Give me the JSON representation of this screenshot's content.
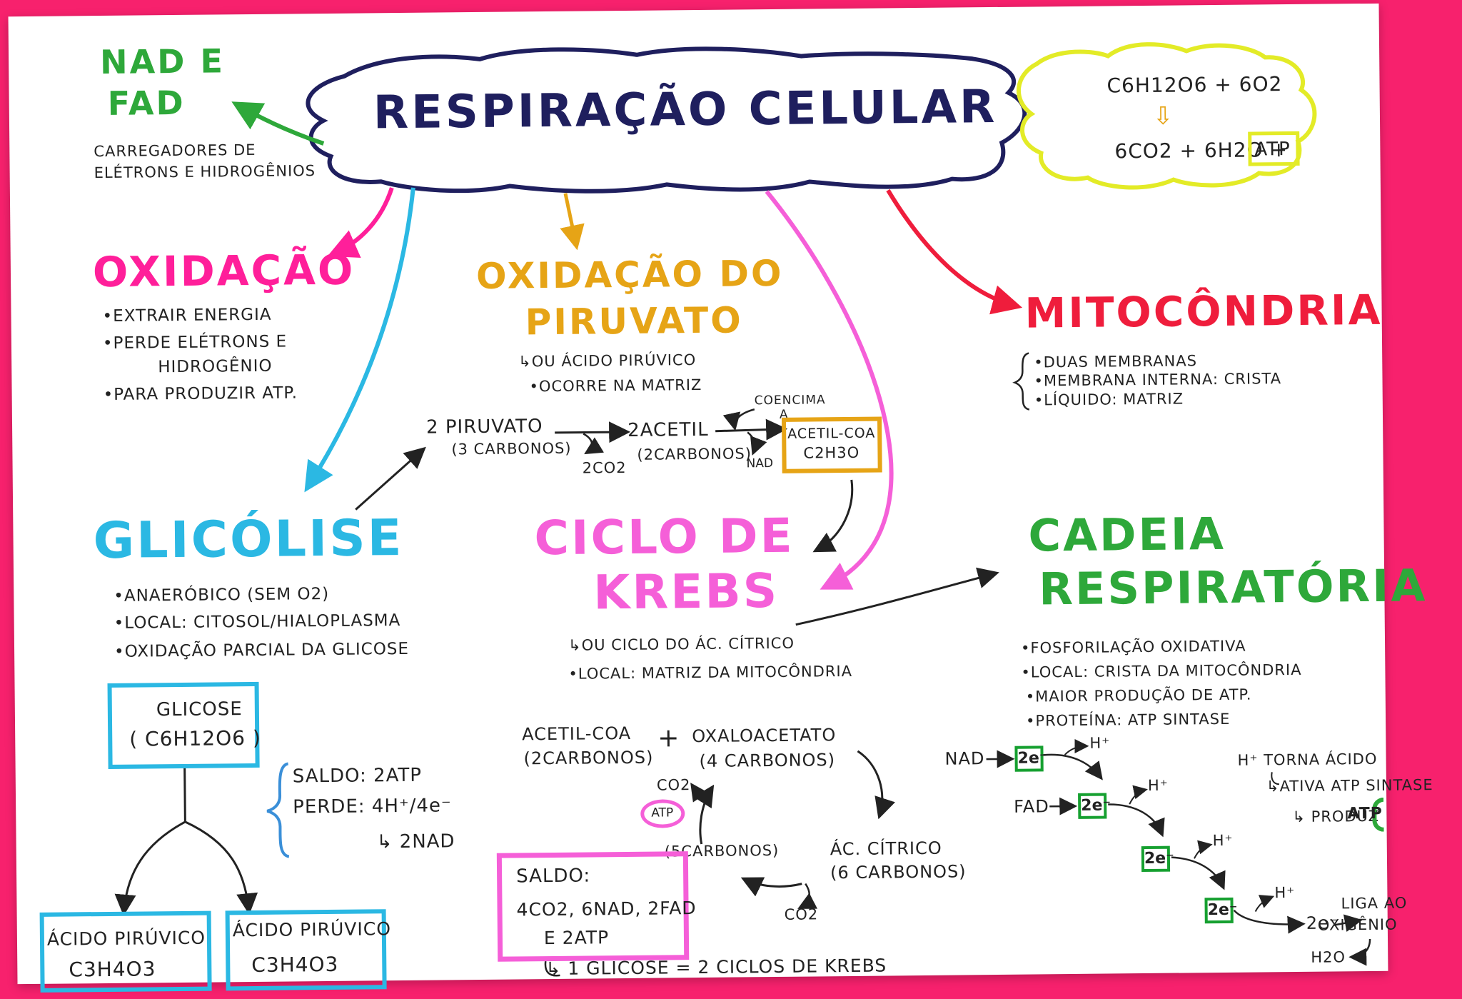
{
  "title": "RESPIRAÇÃO   CELULAR",
  "nad_fad": {
    "line1": "NAD E",
    "line2": "FAD",
    "desc1": "CARREGADORES DE",
    "desc2": "ELÉTRONS E HIDROGÊNIOS"
  },
  "equation": {
    "reactants": "C6H12O6 + 6O2",
    "arrow": "⇩",
    "products": "6CO2 + 6H2O +",
    "atp": "ATP"
  },
  "oxidacao": {
    "title": "OXIDAÇÃO",
    "items": [
      "•EXTRAIR ENERGIA",
      "•PERDE ELÉTRONS E",
      "HIDROGÊNIO",
      "•PARA PRODUZIR ATP."
    ]
  },
  "piruvato": {
    "title1": "OXIDAÇÃO DO",
    "title2": "PIRUVATO",
    "notes": [
      "↳OU ÁCIDO PIRÚVICO",
      "•OCORRE NA MATRIZ"
    ],
    "flow": {
      "pyruvate": "2 PIRUVATO",
      "pyruvate_c": "(3 CARBONOS)",
      "co2": "2CO2",
      "acetyl": "2ACETIL",
      "acetyl_c": "(2CARBONOS)",
      "nad": "NAD",
      "coenzyme1": "COENCIMA",
      "coenzyme2": "A",
      "acetylcoa": "ACETIL-COA",
      "formula": "C2H3O"
    }
  },
  "mitocondria": {
    "title": "MITOCÔNDRIA",
    "items": [
      "•DUAS MEMBRANAS",
      "•MEMBRANA INTERNA: CRISTA",
      "•LÍQUIDO: MATRIZ"
    ]
  },
  "glicolise": {
    "title": "GLICÓLISE",
    "items": [
      "•ANAERÓBICO (SEM O2)",
      "•LOCAL: CITOSOL/HIALOPLASMA",
      "•OXIDAÇÃO PARCIAL DA GLICOSE"
    ],
    "glucose": "GLICOSE",
    "glucose_f": "( C6H12O6 )",
    "saldo": "SALDO: 2ATP",
    "perde": "PERDE: 4H⁺/4e⁻",
    "nad": "↳ 2NAD",
    "acid_left": "ÁCIDO PIRÚVICO",
    "acid_left_f": "C3H4O3",
    "acid_right": "ÁCIDO PIRÚVICO",
    "acid_right_f": "C3H4O3"
  },
  "krebs": {
    "title1": "CICLO DE",
    "title2": "KREBS",
    "notes": [
      "↳OU CICLO DO ÁC. CÍTRICO",
      "•LOCAL: MATRIZ DA MITOCÔNDRIA"
    ],
    "acetylcoa": "ACETIL-COA",
    "acetylcoa_c": "(2CARBONOS)",
    "plus": "+",
    "oxalo": "OXALOACETATO",
    "oxalo_c": "(4 CARBONOS)",
    "citric": "ÁC. CÍTRICO",
    "citric_c": "(6 CARBONOS)",
    "five_c": "(5CARBONOS)",
    "co2_a": "CO2",
    "co2_b": "CO2",
    "atp": "ATP",
    "saldo1": "SALDO:",
    "saldo2": "4CO2, 6NAD, 2FAD",
    "saldo3": "E  2ATP",
    "footer": "↳ 1 GLICOSE = 2 CICLOS DE KREBS"
  },
  "cadeia": {
    "title1": "CADEIA",
    "title2": "RESPIRATÓRIA",
    "items": [
      "•FOSFORILAÇÃO OXIDATIVA",
      "•LOCAL: CRISTA DA MITOCÔNDRIA",
      "•MAIOR PRODUÇÃO DE ATP.",
      "•PROTEÍNA: ATP SINTASE"
    ],
    "nad": "NAD",
    "fad": "FAD",
    "e": "2e⁻",
    "h": "H⁺",
    "torna": "H⁺ TORNA ÁCIDO",
    "ativa": "↳ATIVA ATP SINTASE",
    "produz": "↳ PRODUZ",
    "atp": "ATP",
    "e_end": "2e⁻",
    "liga1": "LIGA AO",
    "liga2": "OXIGÊNIO",
    "h2o": "H2O"
  }
}
